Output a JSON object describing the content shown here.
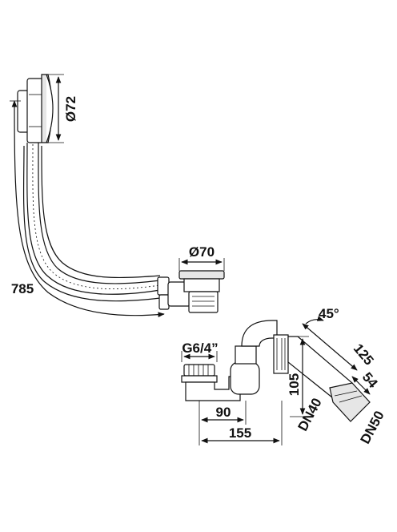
{
  "labels": {
    "d72": "Ø72",
    "d70": "Ø70",
    "len785": "785",
    "g64": "G6/4”",
    "ang45": "45°",
    "d125": "125",
    "d105": "105",
    "d54": "54",
    "d90": "90",
    "d155": "155",
    "dn40": "DN40",
    "dn50": "DN50"
  },
  "colors": {
    "line": "#111111",
    "background": "#ffffff"
  }
}
